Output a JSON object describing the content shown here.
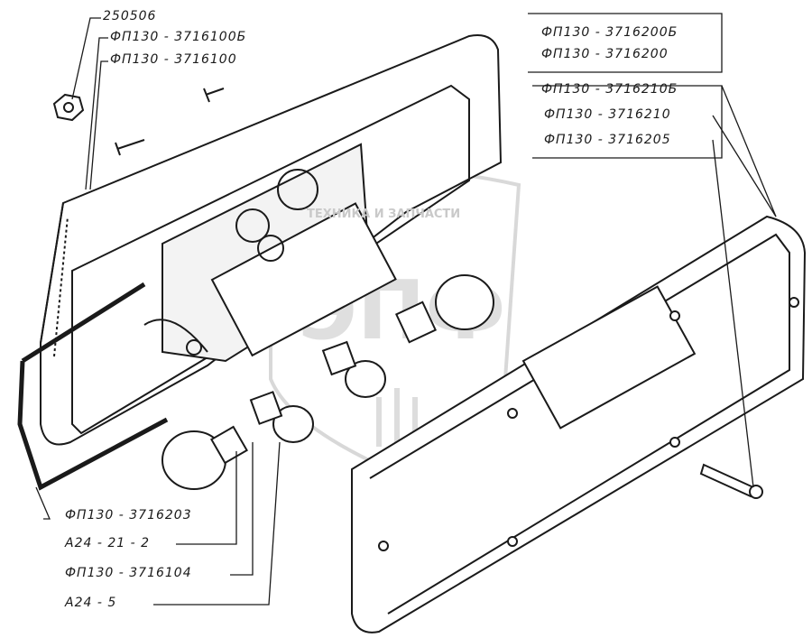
{
  "labels": {
    "nut": "250506",
    "housing_b": "ФП130 - 3716100Б",
    "housing": "ФП130 - 3716100",
    "lens_b": "ФП130 - 3716200Б",
    "lens": "ФП130 - 3716200",
    "gasket_b": "ФП130 - 3716210Б",
    "gasket": "ФП130 - 3716210",
    "screw": "ФП130 - 3716205",
    "seal": "ФП130 - 3716203",
    "bulb_21": "А24 - 21 - 2",
    "socket": "ФП130 - 3716104",
    "bulb_5": "А24 - 5"
  },
  "watermark": {
    "brand_text": "ТЕХНИКА И ЗАПЧАСТИ",
    "logo_text": "ЭПФ"
  },
  "colors": {
    "ink": "#1a1a1a",
    "watermark": "#c9c9c9"
  }
}
